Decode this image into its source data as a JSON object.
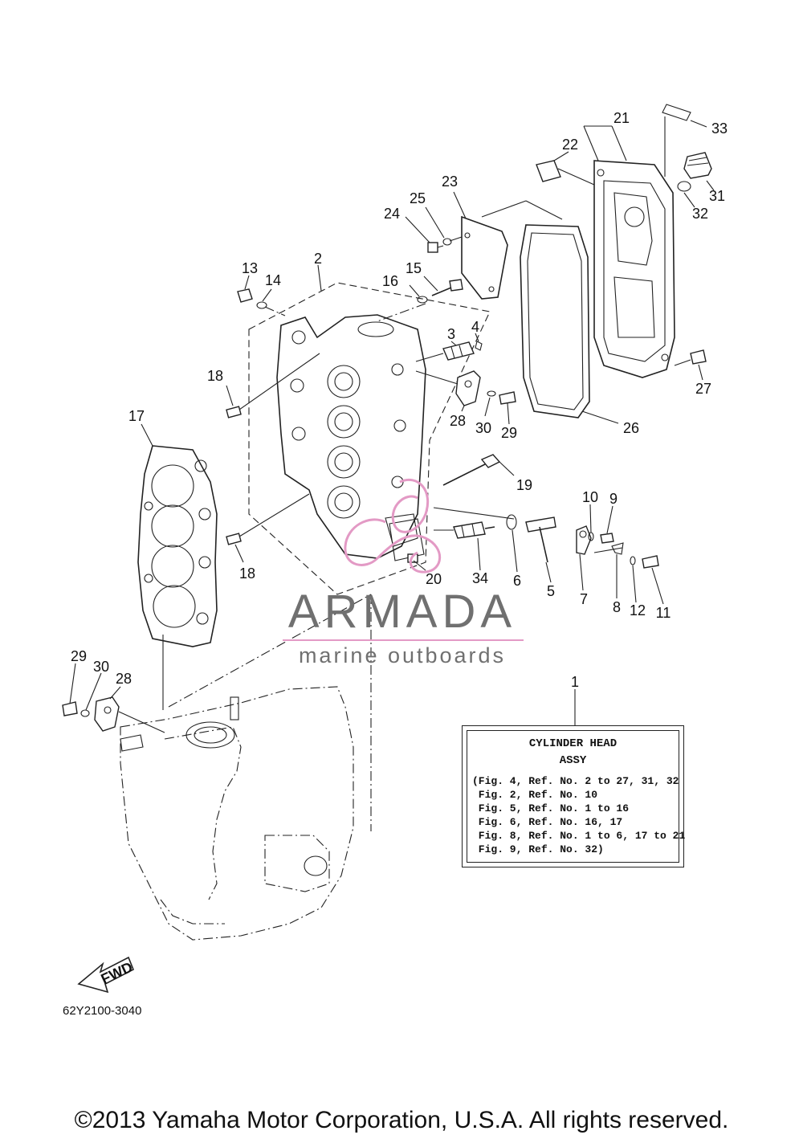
{
  "watermark": {
    "brand": "ARMADA",
    "tagline": "marine outboards",
    "accent_color": "#e39ac5",
    "logo_icon": "armada-logo-icon"
  },
  "callouts": {
    "c1": "1",
    "c2": "2",
    "c3": "3",
    "c4": "4",
    "c5": "5",
    "c6": "6",
    "c7": "7",
    "c8": "8",
    "c9": "9",
    "c10": "10",
    "c11": "11",
    "c12": "12",
    "c13": "13",
    "c14": "14",
    "c15": "15",
    "c16": "16",
    "c17": "17",
    "c18a": "18",
    "c18b": "18",
    "c19": "19",
    "c20": "20",
    "c21": "21",
    "c22": "22",
    "c23": "23",
    "c24": "24",
    "c25": "25",
    "c26": "26",
    "c27": "27",
    "c28a": "28",
    "c28b": "28",
    "c29a": "29",
    "c29b": "29",
    "c30a": "30",
    "c30b": "30",
    "c31": "31",
    "c32": "32",
    "c33": "33",
    "c34": "34"
  },
  "info_box": {
    "title": "CYLINDER HEAD",
    "subtitle": "ASSY",
    "lines": [
      "(Fig. 4, Ref. No. 2 to 27, 31, 32",
      " Fig. 2, Ref. No. 10",
      " Fig. 5, Ref. No. 1 to 16",
      " Fig. 6, Ref. No. 16, 17",
      " Fig. 8, Ref. No. 1 to 6, 17 to 21",
      " Fig. 9, Ref. No. 32)"
    ]
  },
  "fwd_label": "FWD",
  "diagram_code": "62Y2100-3040",
  "copyright": "©2013 Yamaha Motor Corporation, U.S.A. All rights reserved."
}
